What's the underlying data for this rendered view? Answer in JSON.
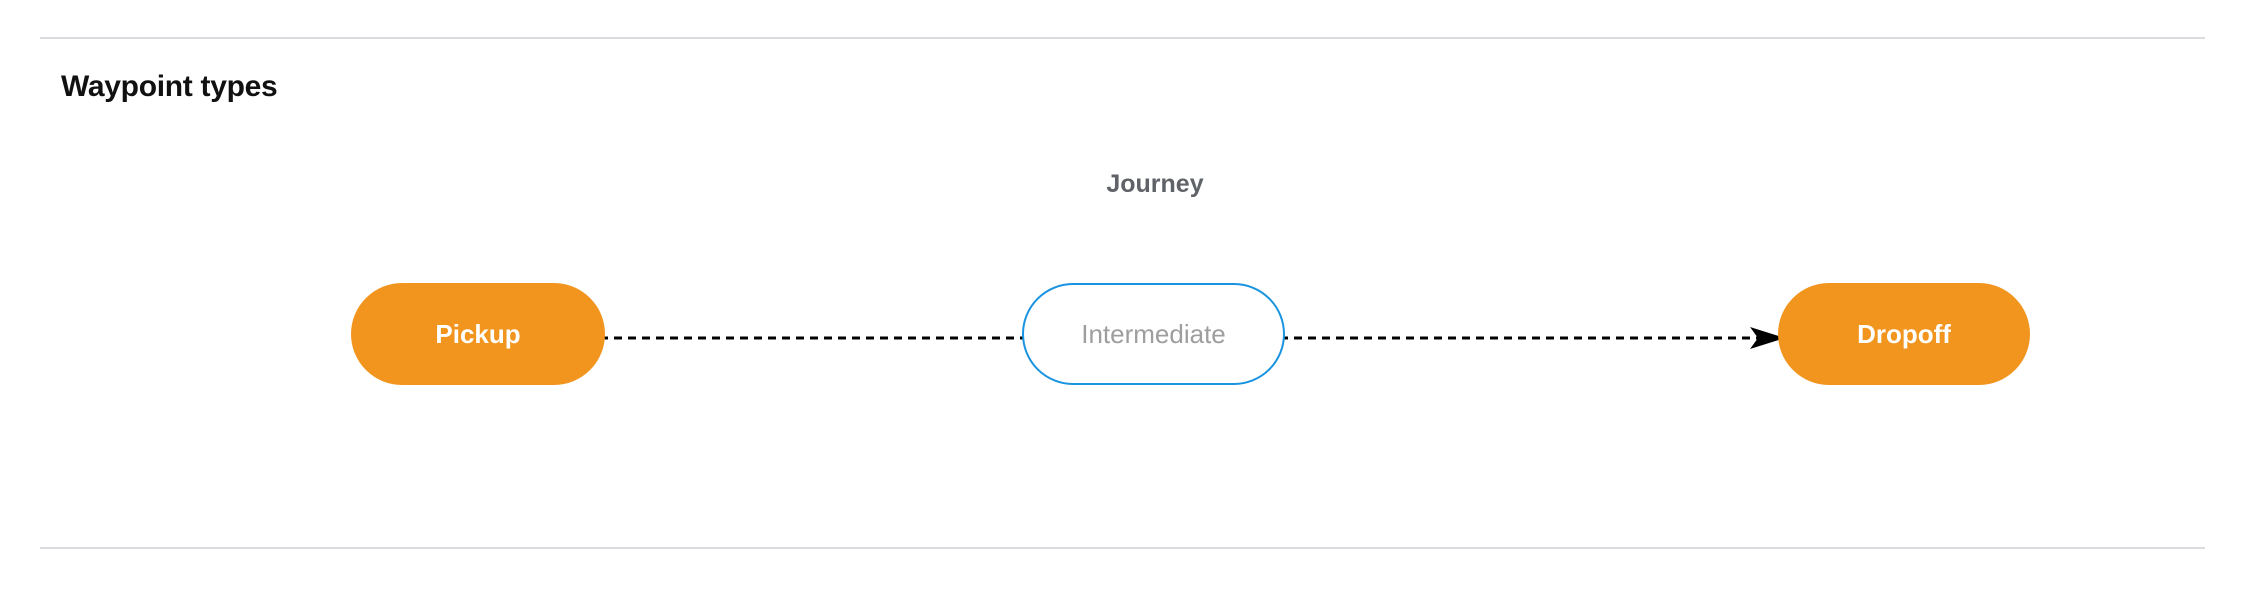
{
  "section": {
    "title": "Waypoint types"
  },
  "diagram": {
    "group_label": "Journey",
    "nodes": [
      {
        "id": "pickup",
        "label": "Pickup",
        "style": "filled",
        "fill": "#f2951f",
        "text_color": "#ffffff"
      },
      {
        "id": "intermediate",
        "label": "Intermediate",
        "style": "outlined",
        "fill": "#ffffff",
        "border_color": "#1a93e0",
        "text_color": "#9e9e9e"
      },
      {
        "id": "dropoff",
        "label": "Dropoff",
        "style": "filled",
        "fill": "#f2951f",
        "text_color": "#ffffff"
      }
    ],
    "connectors": [
      {
        "id": "pickup-to-intermediate",
        "from": "pickup",
        "to": "intermediate",
        "line_style": "dashed",
        "color": "#000000",
        "arrowhead": false
      },
      {
        "id": "intermediate-to-dropoff",
        "from": "intermediate",
        "to": "dropoff",
        "line_style": "dashed",
        "color": "#000000",
        "arrowhead": true
      }
    ]
  },
  "colors": {
    "waypoint_accent": "#f2951f",
    "intermediate_accent": "#1a93e0",
    "divider": "#dadce0",
    "label_gray": "#5f6368"
  }
}
